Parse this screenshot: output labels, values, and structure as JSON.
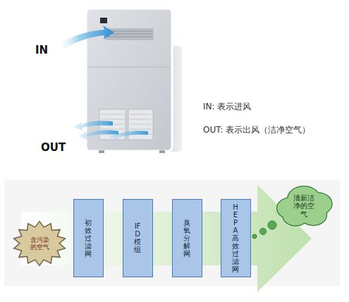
{
  "diagram": {
    "nodes": [
      {
        "text": [
          "含污染的空气"
        ]
      },
      {
        "text": [
          "初效过滤网"
        ]
      },
      {
        "text": [
          "IFD模组"
        ]
      },
      {
        "text": [
          "臭氧分解网"
        ]
      },
      {
        "text": [
          "HEPA高效过滤网"
        ]
      },
      {
        "text": [
          "清新洁净的空气"
        ]
      }
    ],
    "labels": [
      "IN",
      "OUT",
      "IN: 表示进风",
      "OUT: 表示出风（洁净空气）"
    ]
  }
}
